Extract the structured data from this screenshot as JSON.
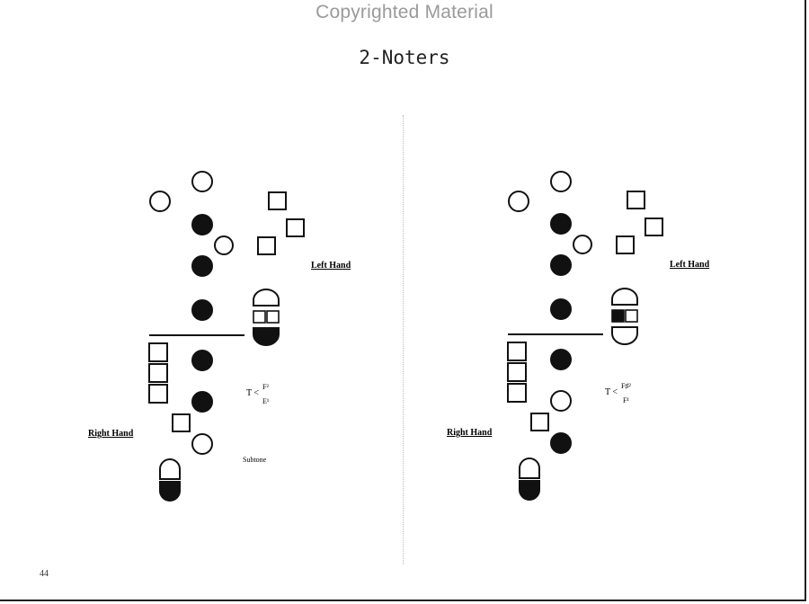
{
  "watermark": "Copyrighted Material",
  "title": "2-Noters",
  "page_number": "44",
  "diagrams": [
    {
      "left_hand_label": "Left Hand",
      "right_hand_label": "Right Hand",
      "trill_note": "T <",
      "note_upper": "F²",
      "note_lower": "E¹",
      "extra_label": "Subtone"
    },
    {
      "left_hand_label": "Left Hand",
      "right_hand_label": "Right Hand",
      "trill_note": "T <",
      "note_upper": "F♯²",
      "note_lower": "F¹"
    }
  ]
}
